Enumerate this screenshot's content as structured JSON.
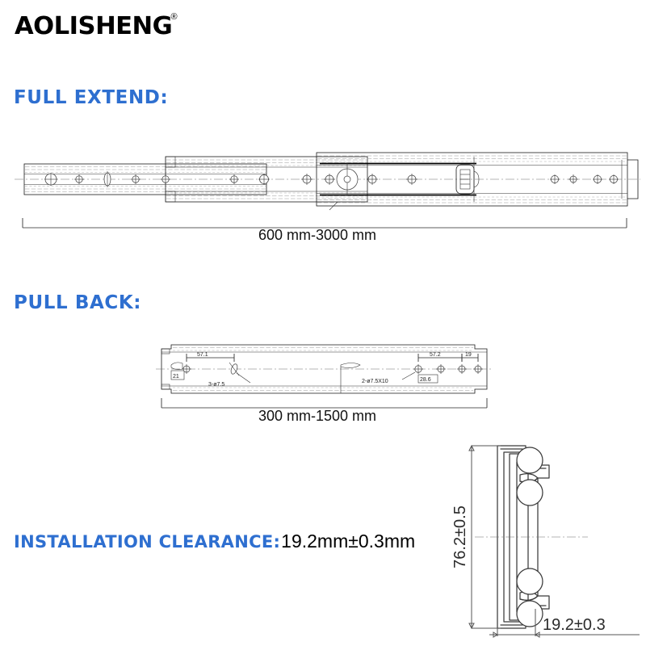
{
  "brand": {
    "name": "AOLISHENG",
    "trademark": "®"
  },
  "sections": {
    "full_extend": {
      "heading": "FULL EXTEND:",
      "dimension_caption": "600 mm-3000 mm",
      "length_min_mm": 600,
      "length_max_mm": 3000
    },
    "pull_back": {
      "heading": "PULL BACK:",
      "dimension_caption": "300 mm-1500 mm",
      "length_min_mm": 300,
      "length_max_mm": 1500,
      "callouts": [
        {
          "id": "edge-offset",
          "text": "21"
        },
        {
          "id": "left-hole-pitch",
          "text": "57.1"
        },
        {
          "id": "left-hole-spec",
          "text": "3-ø7.5"
        },
        {
          "id": "right-hole-spec",
          "text": "2-ø7.5X10"
        },
        {
          "id": "right-slot-length",
          "text": "28.6"
        },
        {
          "id": "right-hole-pitch",
          "text": "57.2"
        },
        {
          "id": "right-edge-offset",
          "text": "19"
        }
      ]
    },
    "installation_clearance": {
      "label": "INSTALLATION CLEARANCE:",
      "value": "19.2mm±0.3mm"
    },
    "cross_section": {
      "height_dimension": "76.2±0.5",
      "width_dimension": "19.2±0.3",
      "ball_count": 4
    }
  },
  "colors": {
    "heading_blue": "#2e6fd0",
    "line_black": "#1a1a1a",
    "background": "#ffffff"
  }
}
